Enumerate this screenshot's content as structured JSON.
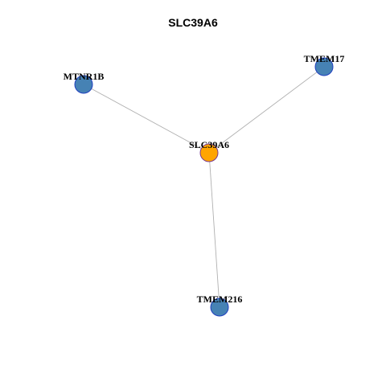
{
  "title": "SLC39A6",
  "colors": {
    "center_fill": "#FFA500",
    "neighbor_fill": "#4682B4",
    "node_stroke": "#1F3FBF",
    "center_stroke": "#7A3A8C",
    "edge": "#B0B0B0"
  },
  "nodes": [
    {
      "id": "SLC39A6",
      "label": "SLC39A6",
      "role": "center"
    },
    {
      "id": "MTNR1B",
      "label": "MTNR1B",
      "role": "neighbor"
    },
    {
      "id": "TMEM17",
      "label": "TMEM17",
      "role": "neighbor"
    },
    {
      "id": "TMEM216",
      "label": "TMEM216",
      "role": "neighbor"
    }
  ],
  "edges": [
    {
      "source": "SLC39A6",
      "target": "MTNR1B"
    },
    {
      "source": "SLC39A6",
      "target": "TMEM17"
    },
    {
      "source": "SLC39A6",
      "target": "TMEM216"
    }
  ]
}
